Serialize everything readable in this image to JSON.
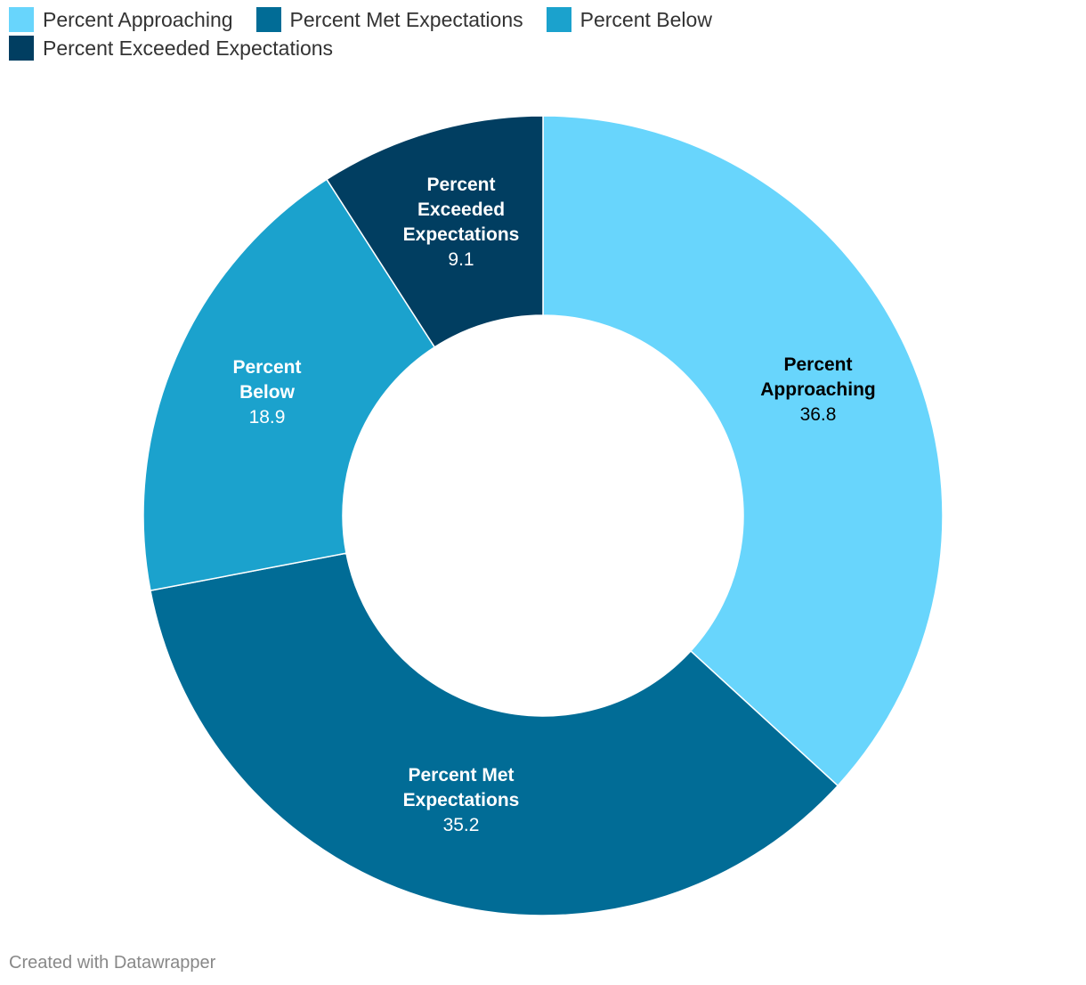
{
  "chart_data": {
    "type": "pie",
    "donut": true,
    "categories": [
      "Percent Approaching",
      "Percent Met Expectations",
      "Percent Below",
      "Percent Exceeded Expectations"
    ],
    "values": [
      36.8,
      35.2,
      18.9,
      9.1
    ],
    "value_labels": [
      "36.8",
      "35.2",
      "18.9",
      "9.1"
    ],
    "colors": [
      "#68d5fc",
      "#016c96",
      "#1ba2cd",
      "#013e61"
    ],
    "label_colors": [
      "#000000",
      "#ffffff",
      "#ffffff",
      "#ffffff"
    ],
    "legend_placement": "top-left",
    "start": "top, clockwise"
  },
  "footer": {
    "credit": "Created with Datawrapper"
  }
}
